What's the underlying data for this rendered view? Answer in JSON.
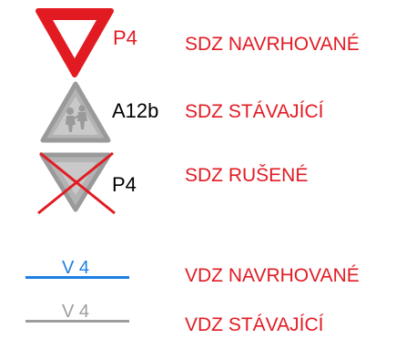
{
  "colors": {
    "proposed": "#e21b23",
    "existing_fill": "#b3b3b3",
    "existing_border": "#9a9a9a",
    "label_black": "#000000",
    "line_proposed": "#1e7fe3",
    "line_existing": "#9d9d9d"
  },
  "legend": {
    "rows": [
      {
        "icon": "yield-sign-icon",
        "code": "P4",
        "description": "SDZ NAVRHOVANÉ"
      },
      {
        "icon": "children-warning-sign-icon",
        "code": "A12b",
        "description": "SDZ STÁVAJÍCÍ"
      },
      {
        "icon": "cancelled-yield-sign-icon",
        "code": "P4",
        "description": "SDZ RUŠENÉ"
      }
    ],
    "lines": [
      {
        "icon": "road-marking-line-proposed",
        "code": "V 4",
        "description": "VDZ NAVRHOVANÉ"
      },
      {
        "icon": "road-marking-line-existing",
        "code": "V 4",
        "description": "VDZ STÁVAJÍCÍ"
      }
    ]
  }
}
